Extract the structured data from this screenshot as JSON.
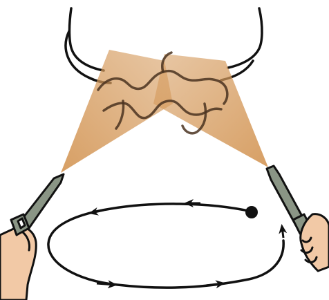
{
  "colors": {
    "background": "#ffffff",
    "outline": "#111111",
    "light_beam": "#d59a5c",
    "skin": "#f2c9a6",
    "tool_body": "#8a9585"
  },
  "icons": {
    "body_outline": "torso-outline",
    "beam_left": "light-beam",
    "beam_right": "light-beam",
    "hand_left": "hand-holding-tool",
    "hand_right": "hand-holding-tool",
    "motion_path": "circular-motion-arrows",
    "start_point": "filled-dot"
  }
}
